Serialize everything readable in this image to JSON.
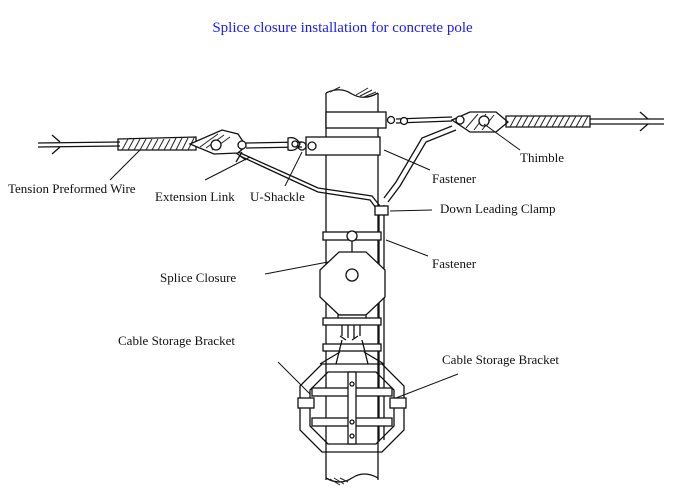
{
  "title": "Splice closure installation for concrete pole",
  "colors": {
    "title": "#1a1aff",
    "line": "#111111"
  },
  "labels": {
    "tension_preformed_wire": "Tension Preformed Wire",
    "extension_link": "Extension Link",
    "u_shackle": "U-Shackle",
    "fastener_top": "Fastener",
    "thimble": "Thimble",
    "down_leading_clamp": "Down Leading Clamp",
    "fastener_mid": "Fastener",
    "splice_closure": "Splice Closure",
    "cable_storage_bracket_left": "Cable Storage Bracket",
    "cable_storage_bracket_right": "Cable Storage Bracket"
  }
}
